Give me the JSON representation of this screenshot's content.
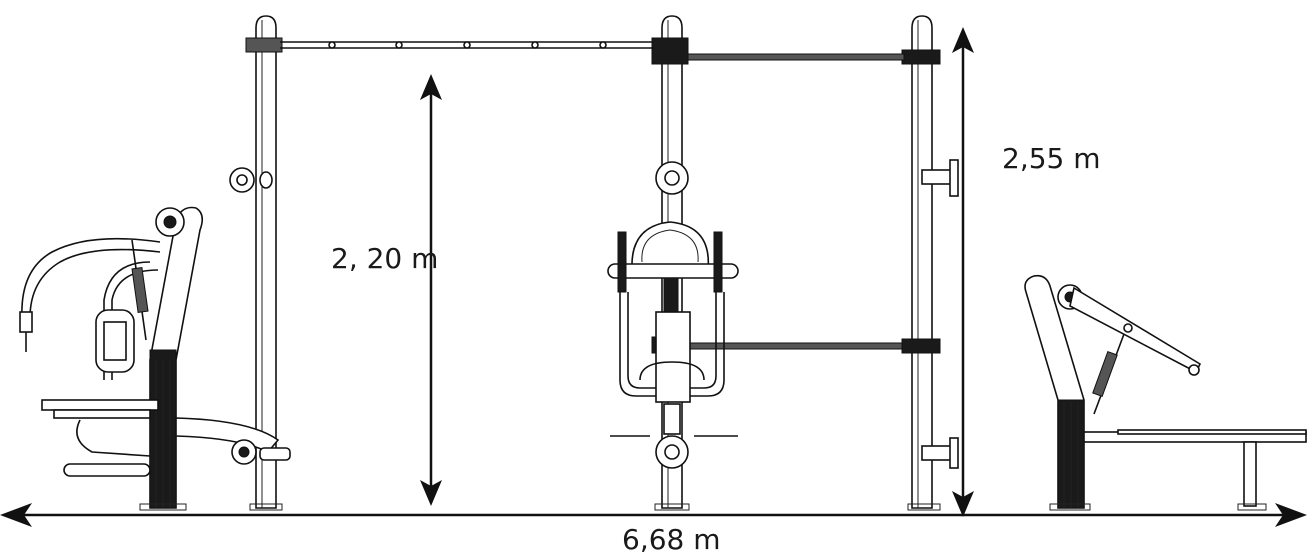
{
  "dimensions": {
    "height_middle": "2, 20 m",
    "height_total": "2,55 m",
    "width_total": "6,68 m"
  },
  "colors": {
    "line": "#111111",
    "background": "#ffffff",
    "fill_dark": "#1a1a1a"
  }
}
